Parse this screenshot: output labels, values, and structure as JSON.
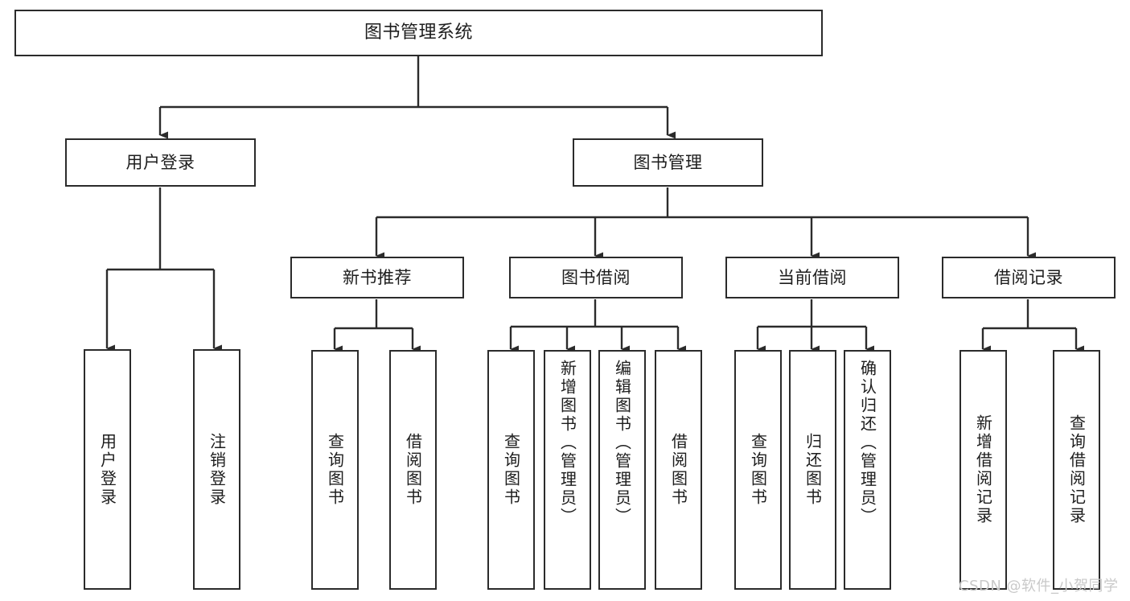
{
  "diagram": {
    "type": "tree-hierarchy-chart",
    "title": "图书管理系统",
    "colors": {
      "background": "#ffffff",
      "border": "#2b2b2b",
      "text": "#1d1d1d",
      "connector": "#2b2b2b",
      "watermark": "#c9c9c9"
    },
    "root": {
      "label": "图书管理系统"
    },
    "level1": [
      {
        "label": "用户登录"
      },
      {
        "label": "图书管理"
      }
    ],
    "level2": [
      {
        "label": "新书推荐"
      },
      {
        "label": "图书借阅"
      },
      {
        "label": "当前借阅"
      },
      {
        "label": "借阅记录"
      }
    ],
    "leaves": {
      "user_login": [
        {
          "label": "用户登录"
        },
        {
          "label": "注销登录"
        }
      ],
      "new_book": [
        {
          "label": "查询图书"
        },
        {
          "label": "借阅图书"
        }
      ],
      "book_borrow": [
        {
          "label": "查询图书"
        },
        {
          "label": "新增图书（管理员）"
        },
        {
          "label": "编辑图书（管理员）"
        },
        {
          "label": "借阅图书"
        }
      ],
      "current_borrow": [
        {
          "label": "查询图书"
        },
        {
          "label": "归还图书"
        },
        {
          "label": "确认归还（管理员）"
        }
      ],
      "borrow_record": [
        {
          "label": "新增借阅记录"
        },
        {
          "label": "查询借阅记录"
        }
      ]
    }
  },
  "watermark": {
    "text": "CSDN @软件_小贺同学"
  }
}
